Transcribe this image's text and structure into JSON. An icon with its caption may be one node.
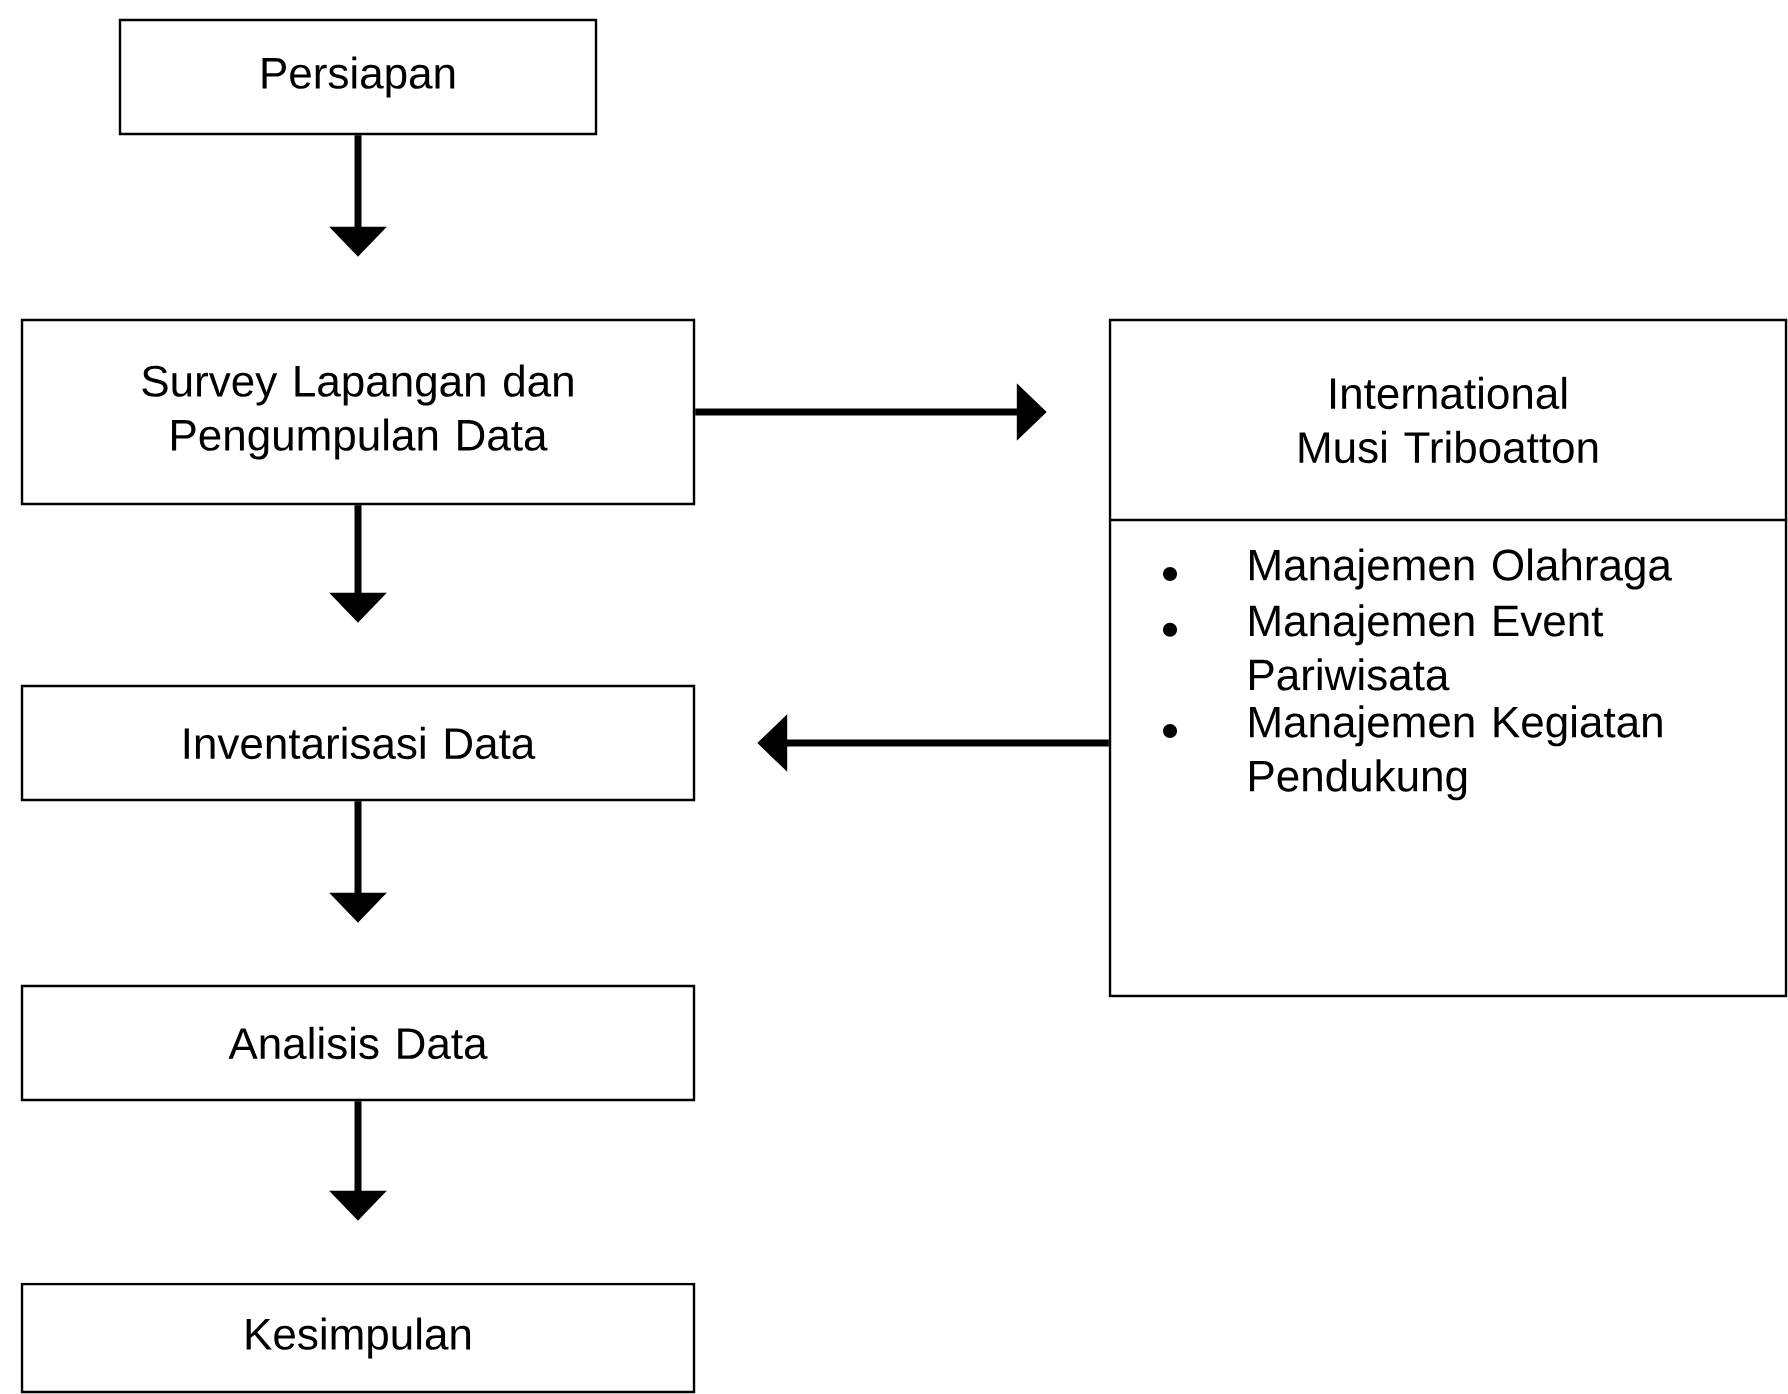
{
  "diagram": {
    "nodes": [
      {
        "text": [
          "Persiapan"
        ]
      },
      {
        "text": [
          "Survey Lapangan dan Pengumpulan Data"
        ]
      },
      {
        "text": [
          "International Musi Triboatton",
          "Manajemen Olahraga",
          "Manajemen Event Pariwisata",
          "Manajemen Kegiatan Pendukung"
        ]
      },
      {
        "text": [
          "Inventarisasi Data"
        ]
      },
      {
        "text": [
          "Analisis Data"
        ]
      },
      {
        "text": [
          "Kesimpulan"
        ]
      }
    ],
    "edges": [
      {
        "from": 0,
        "to": 1,
        "arrow": "to"
      },
      {
        "from": 1,
        "to": 2,
        "arrow": "to"
      },
      {
        "from": 1,
        "to": 3,
        "arrow": "to"
      },
      {
        "from": 2,
        "to": 3,
        "arrow": "to"
      },
      {
        "from": 3,
        "to": 4,
        "arrow": "to"
      },
      {
        "from": 4,
        "to": 5,
        "arrow": "to"
      }
    ]
  }
}
